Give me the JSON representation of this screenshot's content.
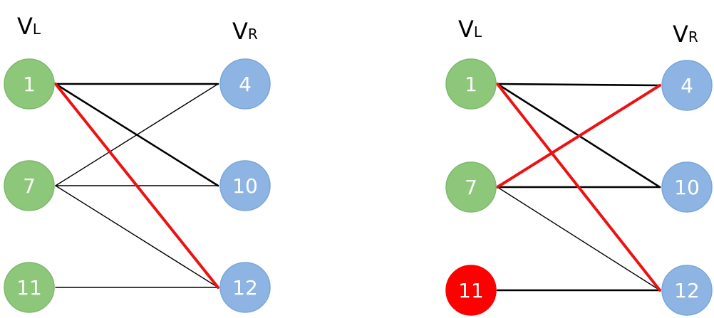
{
  "colors": {
    "left_node": "#8cc77a",
    "left_node_stroke": "#7fb86d",
    "right_node": "#8db4e2",
    "right_node_stroke": "#7aa6dc",
    "highlight_node": "#ff0000",
    "edge": "#000000",
    "matched_edge": "#ee1111"
  },
  "panels": [
    {
      "left_title": "V",
      "left_sub": "L",
      "right_title": "V",
      "right_sub": "R",
      "left_nodes": [
        "1",
        "7",
        "11"
      ],
      "right_nodes": [
        "4",
        "10",
        "12"
      ],
      "highlighted_nodes": [],
      "edges": [
        {
          "from": "1",
          "to": "4",
          "matched": false,
          "weight": "bold"
        },
        {
          "from": "1",
          "to": "10",
          "matched": false,
          "weight": "bold"
        },
        {
          "from": "1",
          "to": "12",
          "matched": true,
          "weight": "bold"
        },
        {
          "from": "7",
          "to": "4",
          "matched": false,
          "weight": "thin"
        },
        {
          "from": "7",
          "to": "10",
          "matched": false,
          "weight": "thin"
        },
        {
          "from": "7",
          "to": "12",
          "matched": false,
          "weight": "thin"
        },
        {
          "from": "11",
          "to": "12",
          "matched": false,
          "weight": "thin"
        }
      ]
    },
    {
      "left_title": "V",
      "left_sub": "L",
      "right_title": "V",
      "right_sub": "R",
      "left_nodes": [
        "1",
        "7",
        "11"
      ],
      "right_nodes": [
        "4",
        "10",
        "12"
      ],
      "highlighted_nodes": [
        "11"
      ],
      "edges": [
        {
          "from": "1",
          "to": "4",
          "matched": false,
          "weight": "bold"
        },
        {
          "from": "1",
          "to": "10",
          "matched": false,
          "weight": "bold"
        },
        {
          "from": "1",
          "to": "12",
          "matched": true,
          "weight": "bold"
        },
        {
          "from": "7",
          "to": "4",
          "matched": true,
          "weight": "bold"
        },
        {
          "from": "7",
          "to": "10",
          "matched": false,
          "weight": "bold"
        },
        {
          "from": "7",
          "to": "12",
          "matched": false,
          "weight": "thin"
        },
        {
          "from": "11",
          "to": "12",
          "matched": false,
          "weight": "bold"
        }
      ]
    }
  ]
}
